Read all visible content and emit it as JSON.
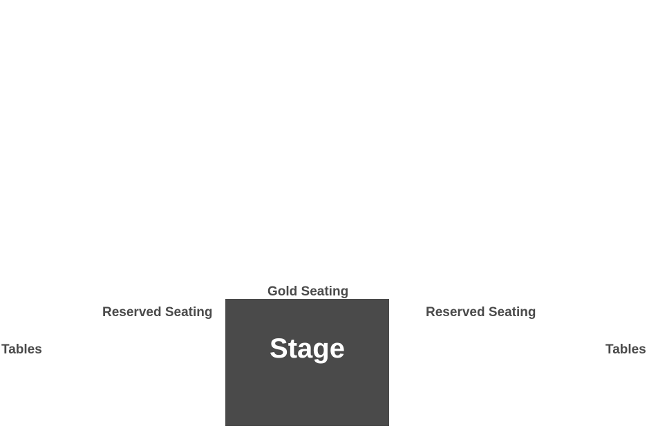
{
  "map": {
    "stage_label": "Stage",
    "stage_color": "#4a4a4a",
    "label_color": "#4a4a4a",
    "sections": {
      "gold": "Gold Seating",
      "reserved_left": "Reserved Seating",
      "reserved_right": "Reserved Seating",
      "tables_left": "Tables",
      "tables_right": "Tables"
    }
  }
}
